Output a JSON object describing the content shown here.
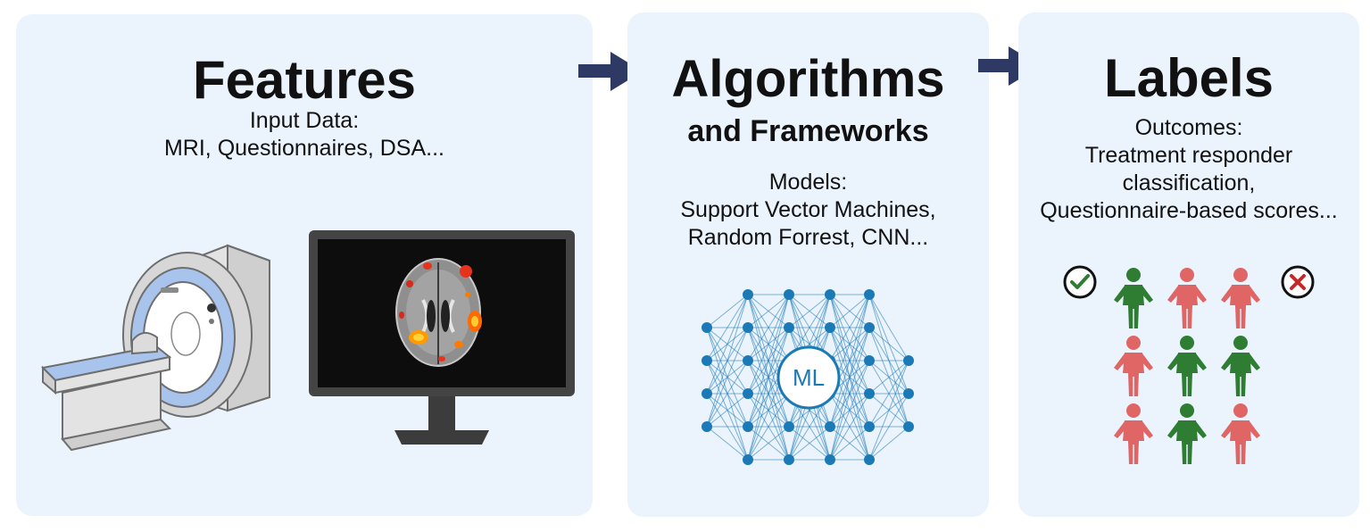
{
  "features": {
    "title": "Features",
    "line1": "Input Data:",
    "line2": "MRI, Questionnaires, DSA..."
  },
  "algorithms": {
    "title": "Algorithms",
    "subtitle": "and Frameworks",
    "line1": "Models:",
    "line2": "Support Vector Machines,",
    "line3": "Random Forrest, CNN...",
    "network_label": "ML"
  },
  "labels": {
    "title": "Labels",
    "line1": "Outcomes:",
    "line2": "Treatment responder",
    "line3": "classification,",
    "line4": "Questionnaire-based scores...",
    "people_grid": [
      [
        "green",
        "red",
        "red"
      ],
      [
        "red",
        "green",
        "green"
      ],
      [
        "red",
        "green",
        "red"
      ]
    ]
  },
  "colors": {
    "panel_bg": "#ebf3fd",
    "arrow": "#2e3a63",
    "network": "#1b7ab6",
    "person_green": "#2e7d32",
    "person_red": "#e06666",
    "check": "#2e7d32",
    "cross": "#c62828"
  }
}
